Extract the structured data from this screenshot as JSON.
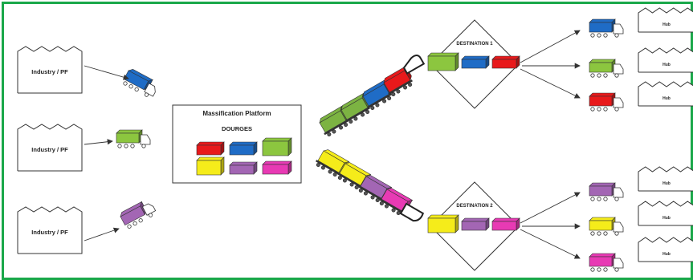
{
  "colors": {
    "frame": "#1aa84a",
    "red": "#e8191b",
    "blue": "#1f6cc6",
    "green": "#8cc63f",
    "yellow": "#f5ec1a",
    "purple": "#a366b4",
    "magenta": "#e83ab4",
    "wagon_green": "#7cb342"
  },
  "sources": [
    {
      "label": "Industry / PF",
      "truck_color": "blue"
    },
    {
      "label": "Industry / PF",
      "truck_color": "green"
    },
    {
      "label": "Industry / PF",
      "truck_color": "purple"
    }
  ],
  "platform": {
    "title": "Massification Platform",
    "subtitle": "DOURGES",
    "boxes": [
      "red",
      "blue",
      "green",
      "yellow",
      "purple",
      "magenta"
    ]
  },
  "trains": [
    {
      "wagons": [
        "green",
        "green",
        "blue",
        "red"
      ]
    },
    {
      "wagons": [
        "yellow",
        "yellow",
        "purple",
        "magenta"
      ]
    }
  ],
  "destinations": [
    {
      "label": "DESTINATION 1",
      "boxes": [
        "green",
        "blue",
        "red"
      ],
      "trucks": [
        {
          "color": "blue",
          "hub": "Hub"
        },
        {
          "color": "green",
          "hub": "Hub"
        },
        {
          "color": "red",
          "hub": "Hub"
        }
      ]
    },
    {
      "label": "DESTINATION 2",
      "boxes": [
        "yellow",
        "purple",
        "magenta"
      ],
      "trucks": [
        {
          "color": "purple",
          "hub": "Hub"
        },
        {
          "color": "yellow",
          "hub": "Hub"
        },
        {
          "color": "magenta",
          "hub": "Hub"
        }
      ]
    }
  ]
}
